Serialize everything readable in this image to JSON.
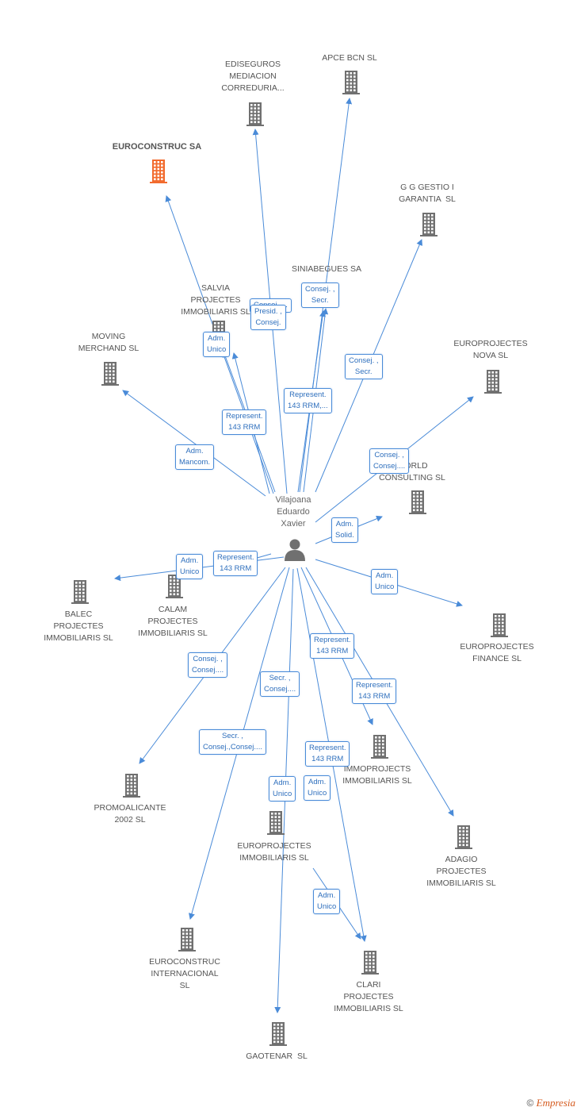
{
  "center": {
    "name": "Vilajoana\nEduardo\nXavier"
  },
  "nodes": [
    {
      "id": "euroconstruc",
      "label": "EUROCONSTRUC SA",
      "focus": true
    },
    {
      "id": "ediseguros",
      "label": "EDISEGUROS\nMEDIACION\nCORREDURIA..."
    },
    {
      "id": "apce",
      "label": "APCE BCN SL"
    },
    {
      "id": "gg",
      "label": "G G GESTIO I\nGARANTIA  SL"
    },
    {
      "id": "siniabegues",
      "label": "SINIABEGUES SA"
    },
    {
      "id": "salvia",
      "label": "SALVIA\nPROJECTES\nIMMOBILIARIS SL"
    },
    {
      "id": "moving",
      "label": "MOVING\nMERCHAND SL"
    },
    {
      "id": "euronova",
      "label": "EUROPROJECTES\nNOVA SL"
    },
    {
      "id": "world",
      "label": "WORLD\nCONSULTING SL"
    },
    {
      "id": "balec",
      "label": "BALEC\nPROJECTES\nIMMOBILIARIS SL"
    },
    {
      "id": "calam",
      "label": "CALAM\nPROJECTES\nIMMOBILIARIS SL"
    },
    {
      "id": "eurofinance",
      "label": "EUROPROJECTES\nFINANCE SL"
    },
    {
      "id": "promo",
      "label": "PROMOALICANTE\n2002 SL"
    },
    {
      "id": "immoprojects",
      "label": "IMMOPROJECTS\nIMMOBILIARIS SL"
    },
    {
      "id": "euroimmo",
      "label": "EUROPROJECTES\nIMMOBILIARIS SL"
    },
    {
      "id": "adagio",
      "label": "ADAGIO\nPROJECTES\nIMMOBILIARIS SL"
    },
    {
      "id": "eurointer",
      "label": "EUROCONSTRUC\nINTERNACIONAL\nSL"
    },
    {
      "id": "clari",
      "label": "CLARI\nPROJECTES\nIMMOBILIARIS SL"
    },
    {
      "id": "gaotenar",
      "label": "GAOTENAR  SL"
    }
  ],
  "badges": [
    {
      "id": "b1",
      "text": "Consej. ,\nSecr."
    },
    {
      "id": "b2",
      "text": "Consej. ,\nSecr."
    },
    {
      "id": "b3",
      "text": "Consej. ..."
    },
    {
      "id": "b4",
      "text": "Presid. ,\nConsej."
    },
    {
      "id": "b5",
      "text": "Adm.\nUnico"
    },
    {
      "id": "b6",
      "text": "Represent.\n143 RRM,..."
    },
    {
      "id": "b7",
      "text": "Represent.\n143 RRM"
    },
    {
      "id": "b8",
      "text": "Adm.\nMancom."
    },
    {
      "id": "b9",
      "text": "Consej. ,\nConsej...."
    },
    {
      "id": "b10",
      "text": "Adm.\nSolid."
    },
    {
      "id": "b11",
      "text": "Represent.\n143 RRM"
    },
    {
      "id": "b12",
      "text": "Adm.\nUnico"
    },
    {
      "id": "b13",
      "text": "Adm.\nUnico"
    },
    {
      "id": "b14",
      "text": "Consej. ,\nConsej...."
    },
    {
      "id": "b15",
      "text": "Secr. ,\nConsej...."
    },
    {
      "id": "b16",
      "text": "Represent.\n143 RRM"
    },
    {
      "id": "b17",
      "text": "Represent.\n143 RRM"
    },
    {
      "id": "b18",
      "text": "Secr. ,\nConsej.,Consej...."
    },
    {
      "id": "b19",
      "text": "Represent.\n143 RRM"
    },
    {
      "id": "b20",
      "text": "Adm.\nUnico"
    },
    {
      "id": "b21",
      "text": "Adm.\nUnico"
    },
    {
      "id": "b22",
      "text": "Adm.\nUnico"
    }
  ],
  "colors": {
    "edge": "#4a8bd8",
    "building": "#707070",
    "focus": "#f26b2e"
  },
  "footer": {
    "copyright": "©",
    "brand": "Empresia"
  }
}
